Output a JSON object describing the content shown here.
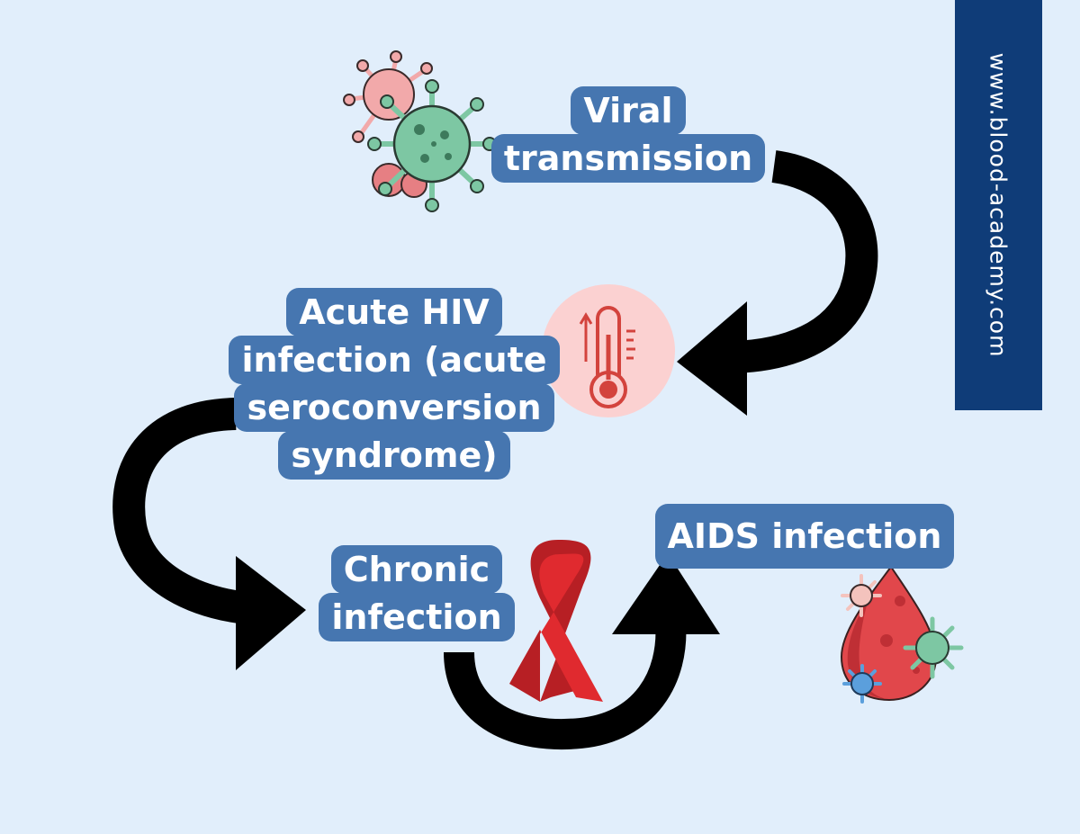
{
  "diagram": {
    "steps": [
      {
        "id": "viral",
        "lines": [
          "Viral",
          "transmission"
        ]
      },
      {
        "id": "acute",
        "lines": [
          "Acute HIV",
          "infection (acute",
          "seroconversion",
          "syndrome)"
        ]
      },
      {
        "id": "chronic",
        "lines": [
          "Chronic",
          "infection"
        ]
      },
      {
        "id": "aids",
        "lines": [
          "AIDS infection"
        ]
      }
    ]
  },
  "sidebar": {
    "url": "www.blood-academy.com"
  },
  "icons": [
    "virus-cluster-icon",
    "thermometer-icon",
    "awareness-ribbon-icon",
    "infected-blood-drop-icon"
  ],
  "colors": {
    "background": "#e1eefb",
    "box": "#4676b0",
    "sidebar": "#0f3c78",
    "arrow": "#000000",
    "ribbon": "#d8262b",
    "virus_green": "#7dc7a3",
    "virus_pink": "#f2a9aa",
    "blood": "#e1474b"
  }
}
